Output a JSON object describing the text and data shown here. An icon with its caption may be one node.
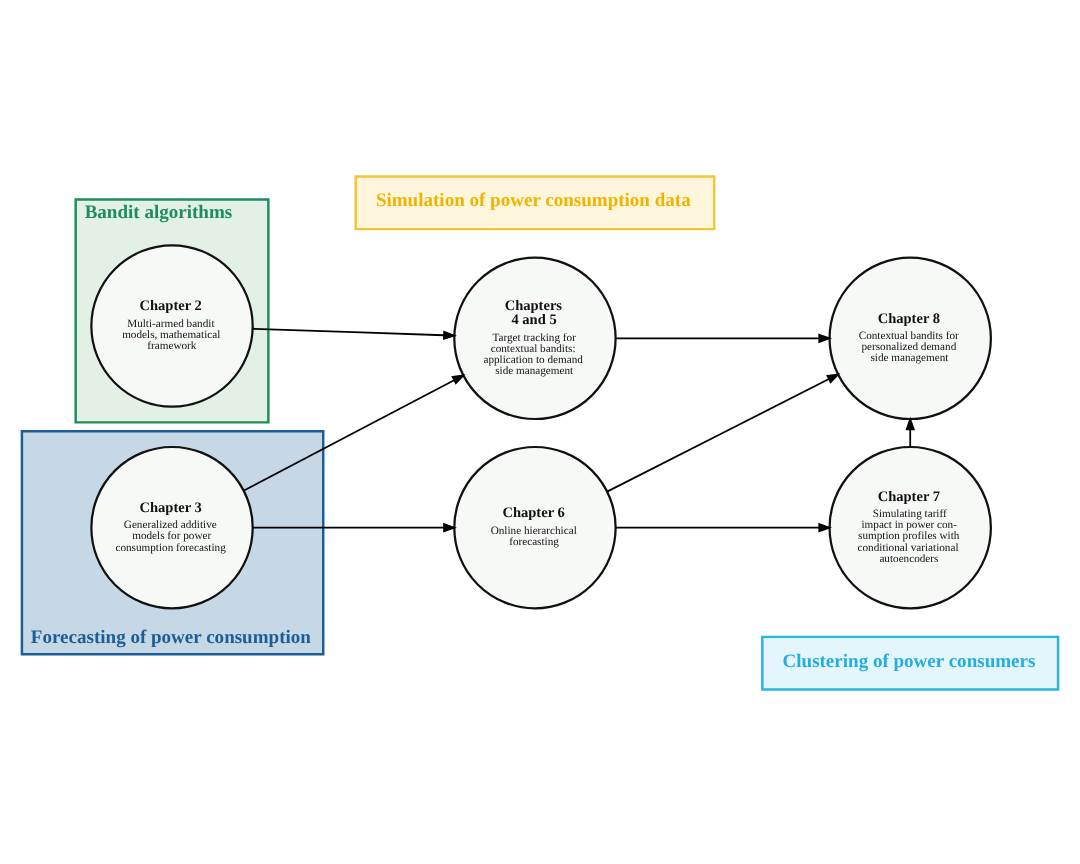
{
  "diagram": {
    "nodes": [
      {
        "text": [
          "Simulation of power consumption data"
        ]
      },
      {
        "text": [
          "Bandit algorithms"
        ]
      },
      {
        "text": [
          "Chapter 2",
          "Multi-armed bandit models, mathematical framework"
        ],
        "in": 1
      },
      {
        "text": [
          "Chapters 4 and 5",
          "Target tracking for contextual bandits: application to demand side management"
        ]
      },
      {
        "text": [
          "Chapter 8",
          "Contextual bandits for personalized demand side management"
        ]
      },
      {
        "text": [
          "Forecasting of power consumption"
        ]
      },
      {
        "text": [
          "Chapter 3",
          "Generalized additive models for power consumption forecasting"
        ],
        "in": 5
      },
      {
        "text": [
          "Chapter 6",
          "Online hierarchical forecasting"
        ]
      },
      {
        "text": [
          "Chapter 7",
          "Simulating tariff impact in power con- sumption profiles with conditional variational autoencoders"
        ]
      },
      {
        "text": [
          "Clustering of power consumers"
        ]
      }
    ],
    "edges": [
      {
        "from": 2,
        "to": 3,
        "arrow": "to"
      },
      {
        "from": 3,
        "to": 4,
        "arrow": "to"
      },
      {
        "from": 6,
        "to": 3,
        "arrow": "to"
      },
      {
        "from": 6,
        "to": 7,
        "arrow": "to"
      },
      {
        "from": 7,
        "to": 4,
        "arrow": "to"
      },
      {
        "from": 7,
        "to": 8,
        "arrow": "to"
      },
      {
        "from": 8,
        "to": 4,
        "arrow": "to"
      }
    ]
  }
}
